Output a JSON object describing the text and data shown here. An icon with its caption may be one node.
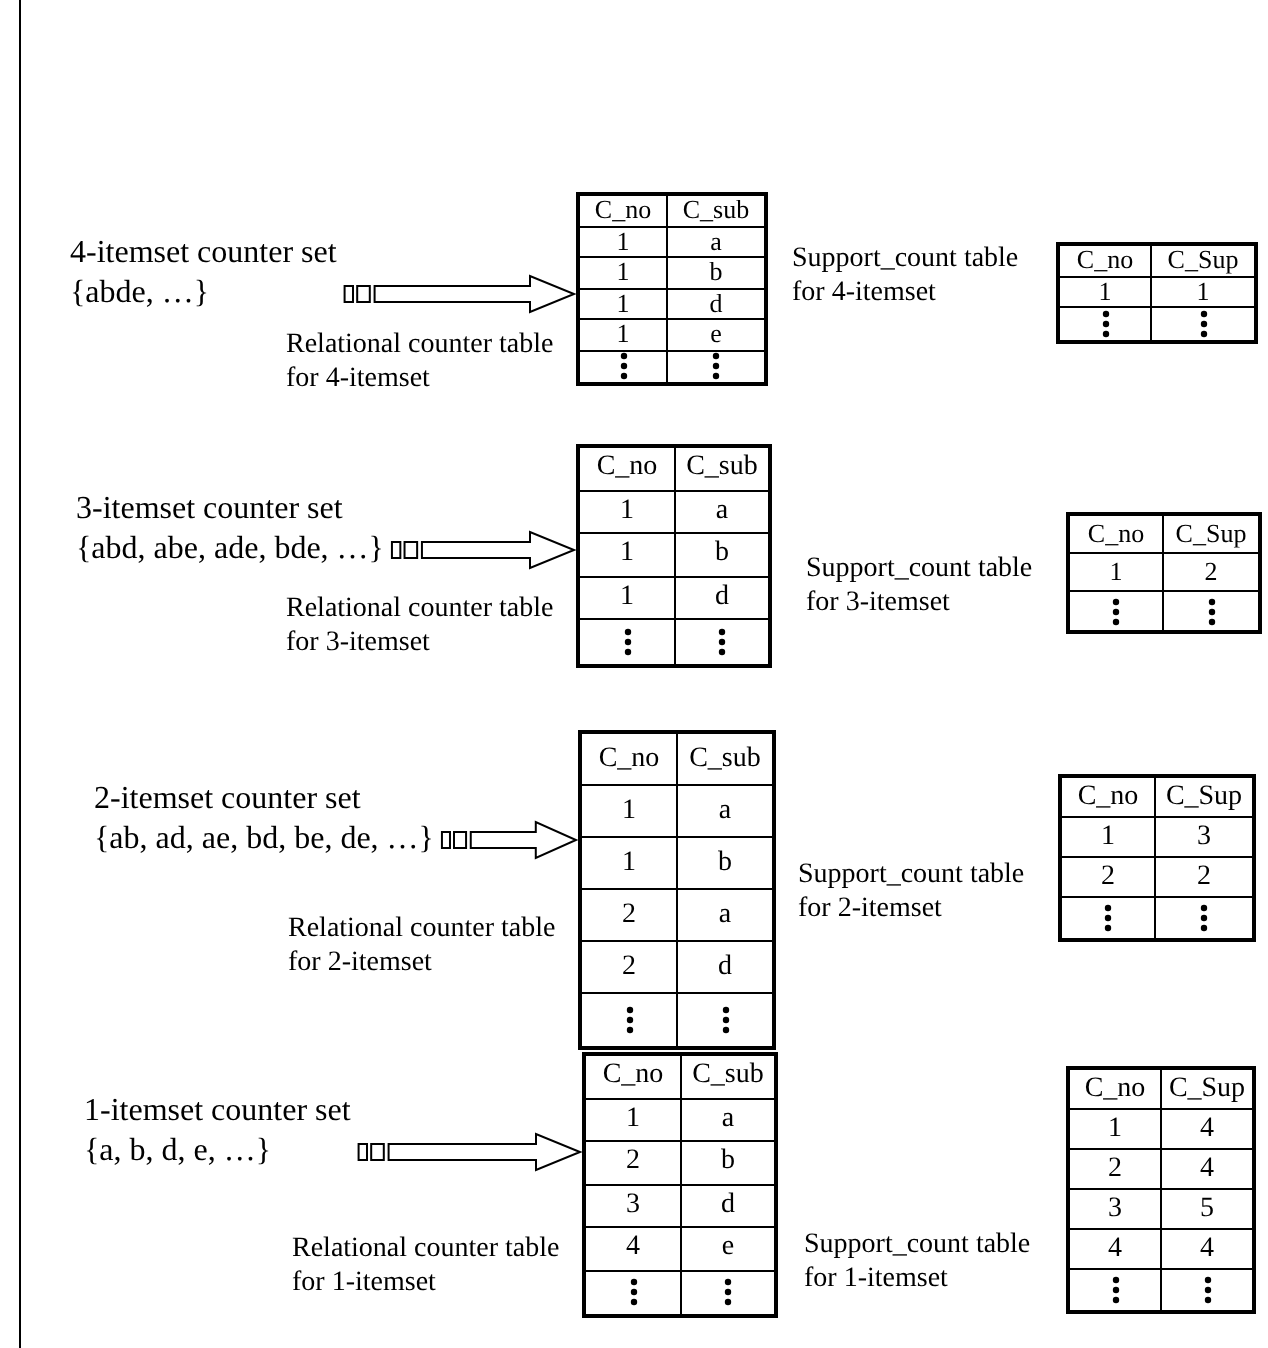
{
  "diagram": {
    "nodes": [
      {
        "text": [
          "4-itemset counter set",
          "{abde, …}"
        ]
      },
      {
        "text": [
          "C_no",
          "C_sub",
          "1",
          "a",
          "1",
          "b",
          "1",
          "d",
          "1",
          "e"
        ],
        "beside": [
          "Relational counter table for 4-itemset"
        ]
      },
      {
        "text": [
          "C_no",
          "C_Sup",
          "1",
          "1"
        ],
        "beside": [
          "Support_count table for 4-itemset"
        ]
      },
      {
        "text": [
          "3-itemset counter set",
          "{abd, abe, ade, bde, …}"
        ]
      },
      {
        "text": [
          "C_no",
          "C_sub",
          "1",
          "a",
          "1",
          "b",
          "1",
          "d"
        ],
        "beside": [
          "Relational counter table for 3-itemset"
        ]
      },
      {
        "text": [
          "C_no",
          "C_Sup",
          "1",
          "2"
        ],
        "beside": [
          "Support_count table for 3-itemset"
        ]
      },
      {
        "text": [
          "2-itemset counter set",
          "{ab, ad, ae, bd, be, de, …}"
        ]
      },
      {
        "text": [
          "C_no",
          "C_sub",
          "1",
          "a",
          "1",
          "b",
          "2",
          "a",
          "2",
          "d"
        ],
        "beside": [
          "Relational counter table for 2-itemset"
        ]
      },
      {
        "text": [
          "C_no",
          "C_Sup",
          "1",
          "3",
          "2",
          "2"
        ],
        "beside": [
          "Support_count table for 2-itemset"
        ]
      },
      {
        "text": [
          "1-itemset counter set",
          "{a, b, d, e, …}"
        ]
      },
      {
        "text": [
          "C_no",
          "C_sub",
          "1",
          "a",
          "2",
          "b",
          "3",
          "d",
          "4",
          "e"
        ],
        "beside": [
          "Relational counter table for 1-itemset"
        ]
      },
      {
        "text": [
          "C_no",
          "C_Sup",
          "1",
          "4",
          "2",
          "4",
          "3",
          "5",
          "4",
          "4"
        ],
        "beside": [
          "Support_count table for 1-itemset"
        ]
      }
    ],
    "edges": [
      {
        "from": 0,
        "to": 1,
        "arrow": "to"
      },
      {
        "from": 3,
        "to": 4,
        "arrow": "to"
      },
      {
        "from": 6,
        "to": 7,
        "arrow": "to"
      },
      {
        "from": 9,
        "to": 10,
        "arrow": "to"
      }
    ]
  }
}
